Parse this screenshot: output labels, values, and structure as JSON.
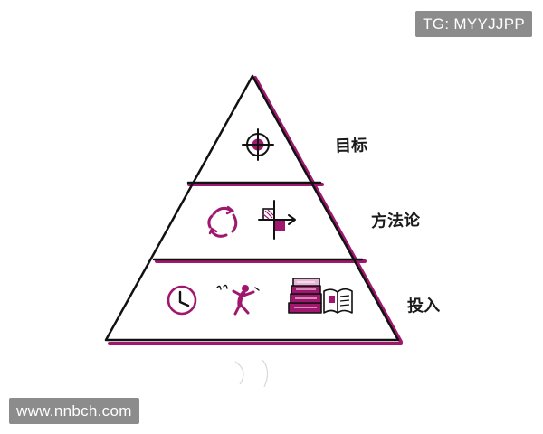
{
  "watermarks": {
    "telegram": "TG: MYYJJPP",
    "website": "www.nnbch.com"
  },
  "pyramid": {
    "colors": {
      "outline": "#111111",
      "accent": "#a0186e",
      "accent_light": "#e7b6d4"
    },
    "layers": [
      {
        "label": "目标",
        "icons": [
          "target-icon"
        ]
      },
      {
        "label": "方法论",
        "icons": [
          "cycle-arrows-icon",
          "quadrant-arrow-icon"
        ]
      },
      {
        "label": "投入",
        "icons": [
          "clock-icon",
          "running-person-icon",
          "books-icon"
        ]
      }
    ]
  }
}
